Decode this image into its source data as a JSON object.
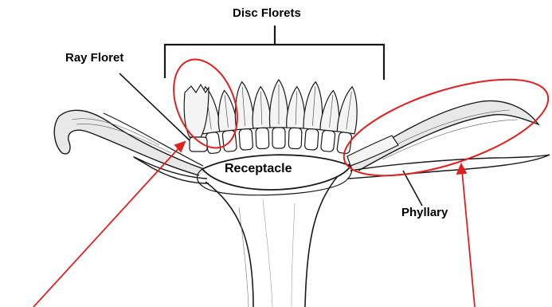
{
  "labels": {
    "disc_florets": "Disc Florets",
    "ray_floret": "Ray Floret",
    "receptacle": "Receptacle",
    "phyllary": "Phyllary"
  },
  "colors": {
    "ink": "#1a1a1a",
    "annotation": "#e02020",
    "background": "#ffffff"
  },
  "disc_floret_count": 9
}
